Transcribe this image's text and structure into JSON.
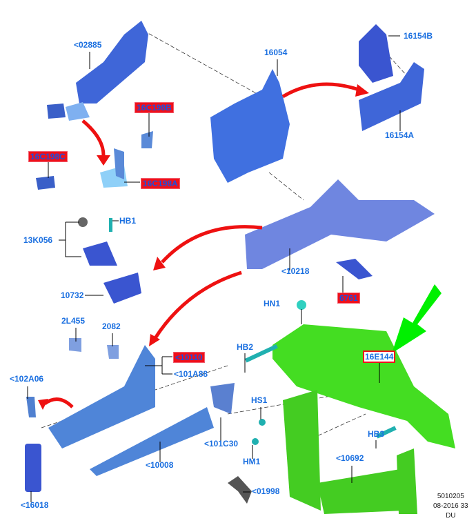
{
  "labels": {
    "p02885": "<02885",
    "p16054": "16054",
    "p16154B": "16154B",
    "p16154A": "16154A",
    "p16C198B": "16C198B",
    "p16C198C": "16C198C",
    "p16C198A": "16C198A",
    "p13K056": "13K056",
    "pHB1": "HB1",
    "p10218": "<10218",
    "p6761": "6761",
    "p10732": "10732",
    "pHN1": "HN1",
    "p2L455": "2L455",
    "p2082": "2082",
    "p10110": "<10110",
    "p101A88": "<101A88",
    "pHB2": "HB2",
    "p16E144": "16E144",
    "p102A06": "<102A06",
    "pHS1": "HS1",
    "p101C30": "<101C30",
    "pHB3": "HB3",
    "pHM1": "HM1",
    "p10692": "<10692",
    "p10008": "<10008",
    "p01998": "<01998",
    "p16018": "<16018"
  },
  "footer": {
    "line1": "5010205",
    "line2": "08-2016 33",
    "line3": "DU"
  },
  "colors": {
    "part_blue": "#3f66d8",
    "part_light": "#7fb0f0",
    "highlight_green": "#44dd22",
    "arrow_red": "#ee1111",
    "label_blue": "#1a6fe0"
  }
}
